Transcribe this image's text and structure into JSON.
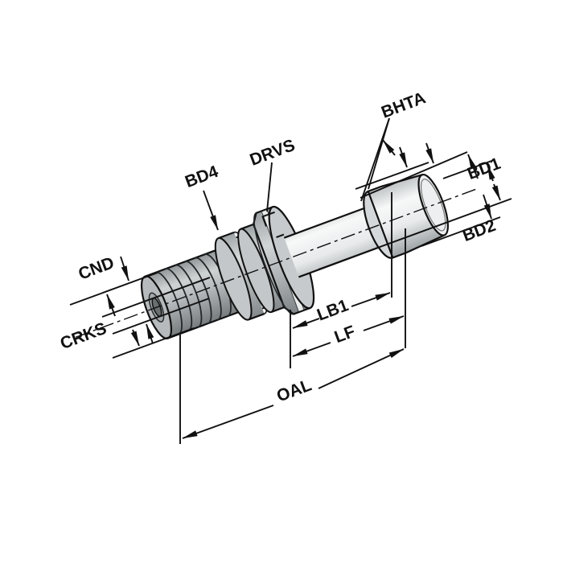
{
  "figure": {
    "name": "pull-stud-retention-knob-technical-drawing",
    "background_color": "#ffffff",
    "line_color": "#1a1a1a",
    "body_gray": "#b4b8ba",
    "highlight_color": "#f2f4f4",
    "dimension_labels": {
      "bhta": "BHTA",
      "bd1": "BD1",
      "bd2": "BD2",
      "drvs": "DRVS",
      "bd4": "BD4",
      "cnd": "CND",
      "crks": "CRKS",
      "lb1": "LB1",
      "lf": "LF",
      "oal": "OAL"
    }
  }
}
